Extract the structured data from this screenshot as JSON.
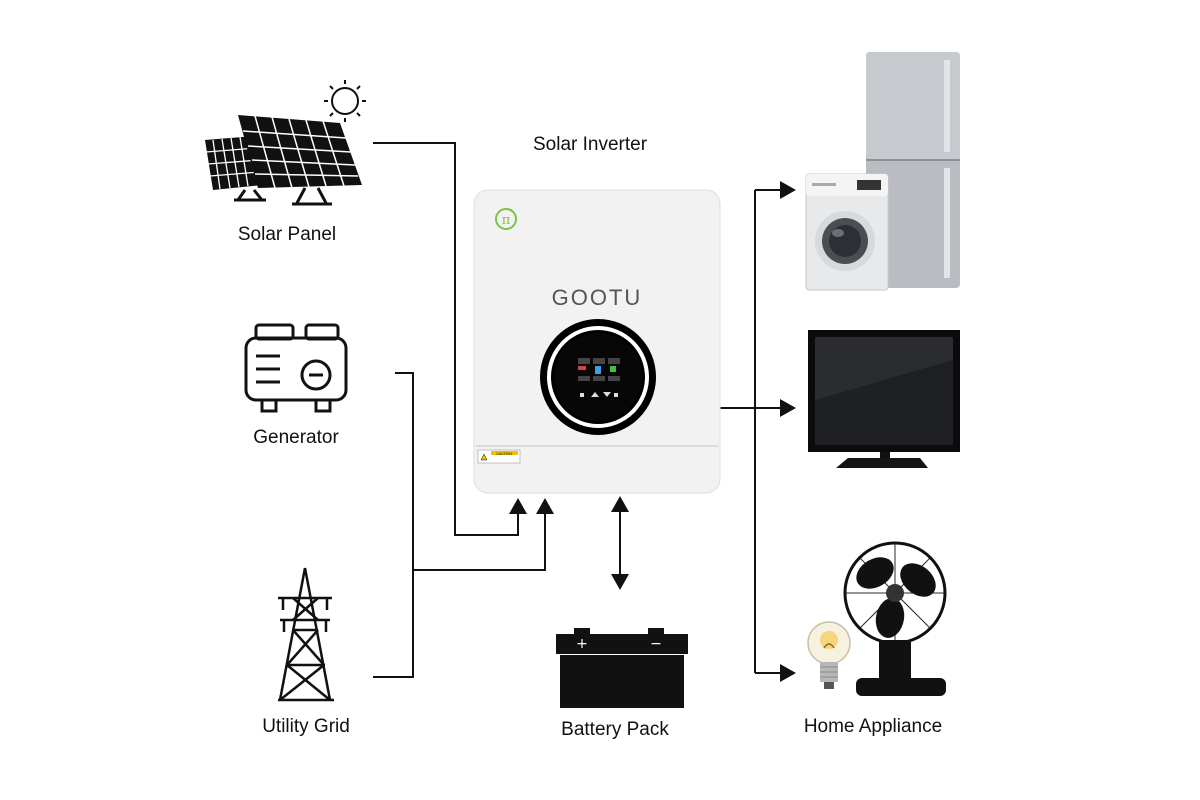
{
  "title": "Solar Inverter",
  "brand": "GOOTU",
  "inverter": {
    "caution_text": "CAUTION",
    "logo_icon": "pi-logo-icon"
  },
  "sources": [
    {
      "id": "solar",
      "label": "Solar Panel",
      "icon": "solar-panel-icon"
    },
    {
      "id": "generator",
      "label": "Generator",
      "icon": "generator-icon"
    },
    {
      "id": "grid",
      "label": "Utility Grid",
      "icon": "transmission-tower-icon"
    }
  ],
  "storage": {
    "label": "Battery Pack",
    "icon": "battery-icon"
  },
  "loads": [
    {
      "id": "fridge-washer",
      "icon": "refrigerator-washer-icon"
    },
    {
      "id": "tv",
      "icon": "television-icon"
    },
    {
      "id": "home",
      "label": "Home Appliance",
      "icon": "fan-bulb-icon"
    }
  ],
  "colors": {
    "line": "#111111",
    "inverter_body": "#f2f2f2",
    "brand_green": "#7cc243",
    "brand_grey": "#555555",
    "screen": "#000000"
  }
}
